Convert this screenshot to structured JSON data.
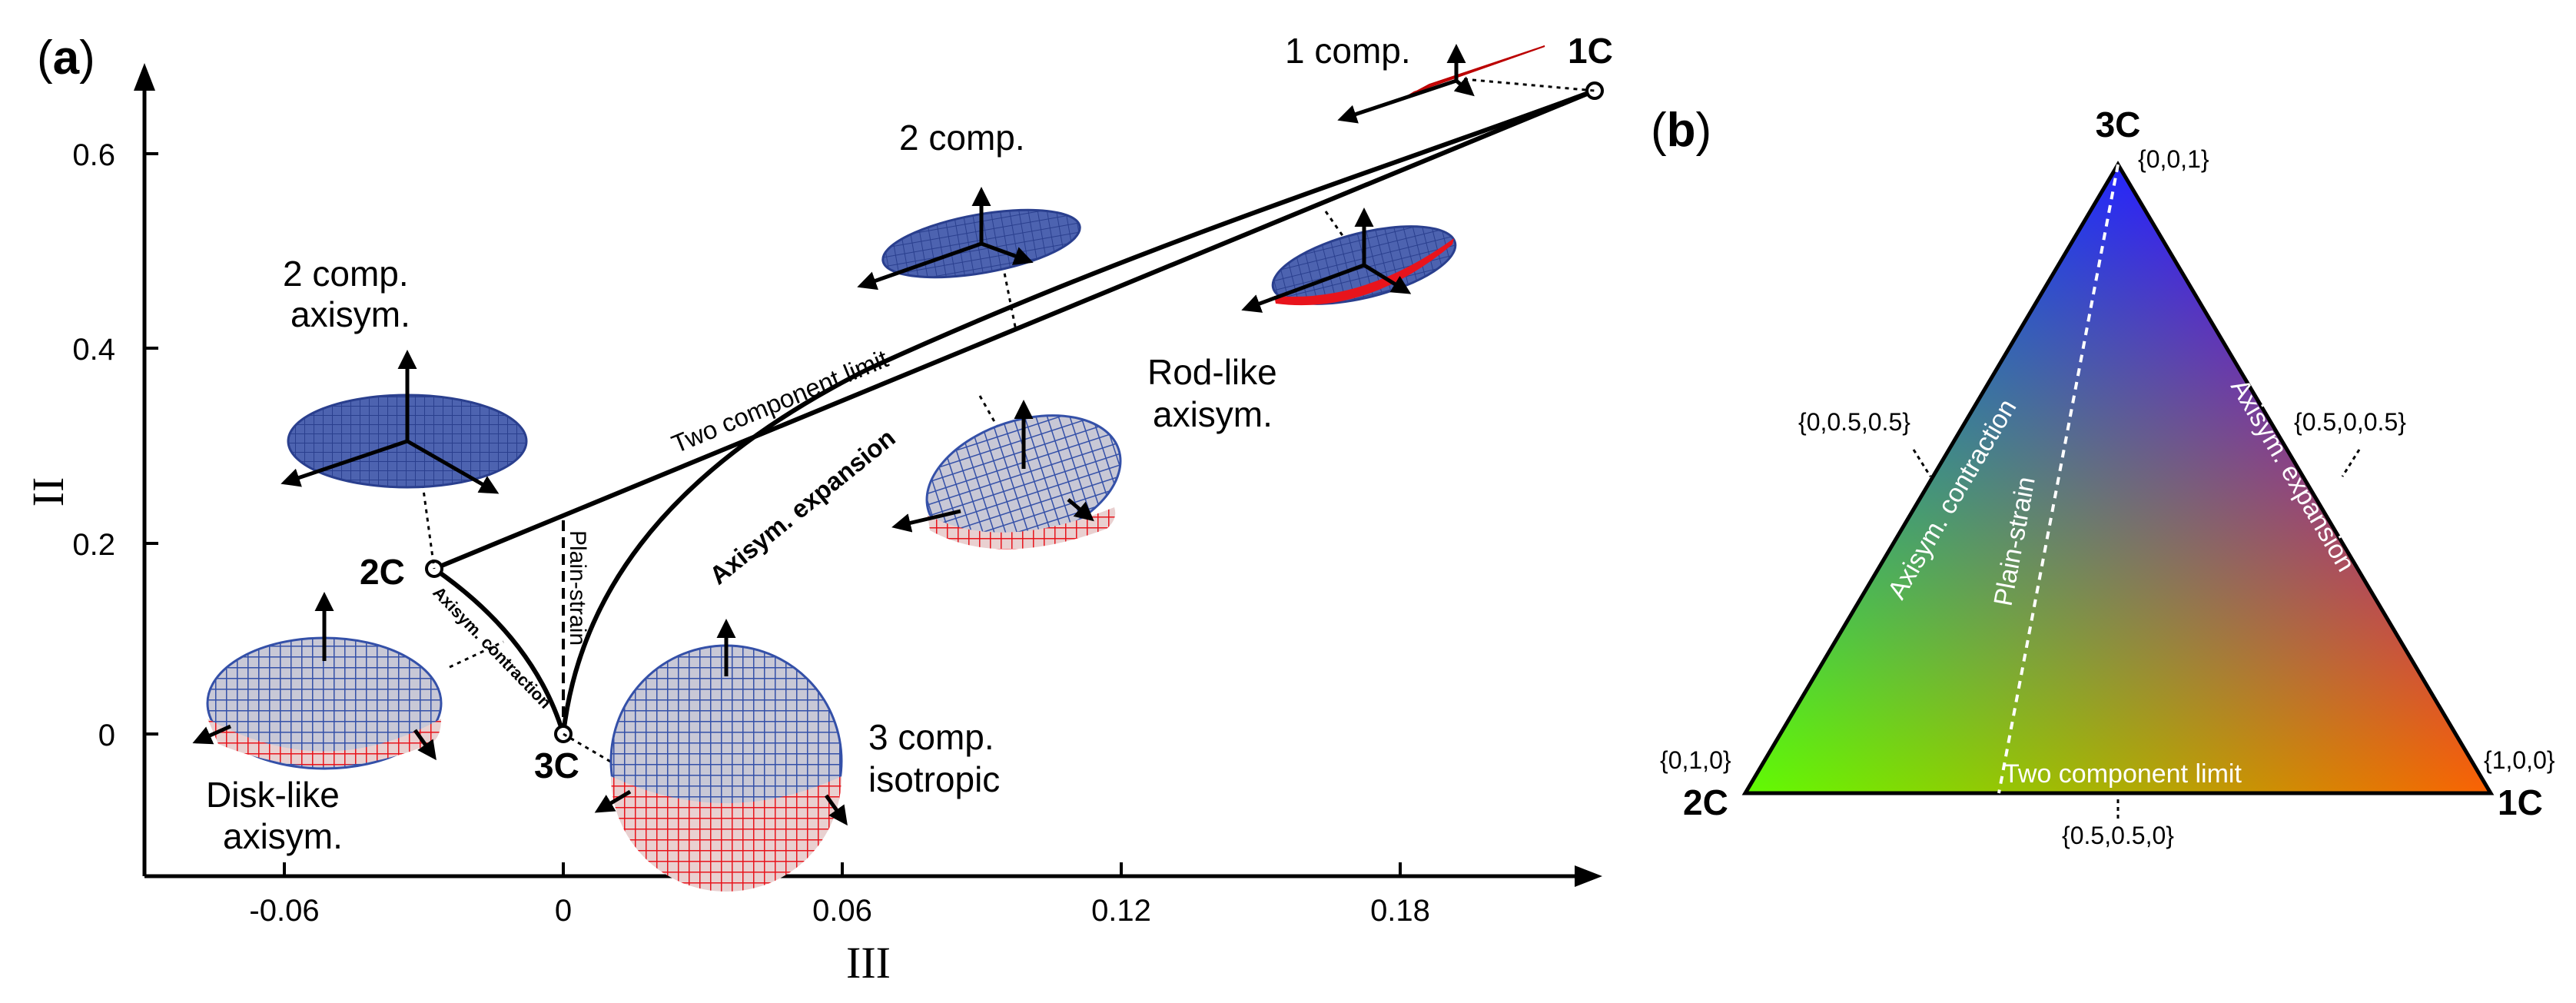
{
  "panel_a": {
    "label_paren_open": "(",
    "label_letter": "a",
    "label_paren_close": ")",
    "x_axis_title": "III",
    "y_axis_title": "II",
    "x_tick_labels": [
      "-0.06",
      "0",
      "0.06",
      "0.12",
      "0.18"
    ],
    "y_tick_labels": [
      "0",
      "0.2",
      "0.4",
      "0.6"
    ],
    "curve_labels": {
      "two_component_limit": "Two component limit",
      "axisym_expansion": "Axisym. expansion",
      "axisym_contraction": "Axisym. contraction",
      "plain_strain": "Plain-strain"
    },
    "vertex_labels": {
      "one_c": "1C",
      "two_c": "2C",
      "three_c": "3C"
    },
    "annotations": {
      "one_comp": "1 comp.",
      "two_comp": "2 comp.",
      "two_comp_axisym_line1": "2 comp.",
      "two_comp_axisym_line2": "axisym.",
      "rod_like_line1": "Rod-like",
      "rod_like_line2": "axisym.",
      "disk_like_line1": "Disk-like",
      "disk_like_line2": "axisym.",
      "three_comp_line1": "3 comp.",
      "three_comp_line2": "isotropic"
    }
  },
  "panel_b": {
    "label_paren_open": "(",
    "label_letter": "b",
    "label_paren_close": ")",
    "vertex_labels": {
      "three_c": "3C",
      "two_c": "2C",
      "one_c": "1C"
    },
    "coordinate_labels": {
      "top": "{0,0,1}",
      "left_edge_mid": "{0,0.5,0.5}",
      "right_edge_mid": "{0.5,0,0.5}",
      "bottom_left": "{0,1,0}",
      "bottom_right": "{1,0,0}",
      "bottom_mid": "{0.5,0.5,0}"
    },
    "edge_labels": {
      "axisym_contraction": "Axisym. contraction",
      "axisym_expansion": "Axisym. expansion",
      "plain_strain": "Plain-strain",
      "two_component_limit": "Two component limit"
    },
    "colors": {
      "one_c": "#ff0000",
      "two_c": "#00ff00",
      "three_c": "#0000ff"
    }
  },
  "glyph_colors": {
    "mesh_fill": "#c8c8d6",
    "mesh_line": "#3450a8",
    "lower_line": "#e8141c",
    "disk_fill": "#3d57a6"
  }
}
